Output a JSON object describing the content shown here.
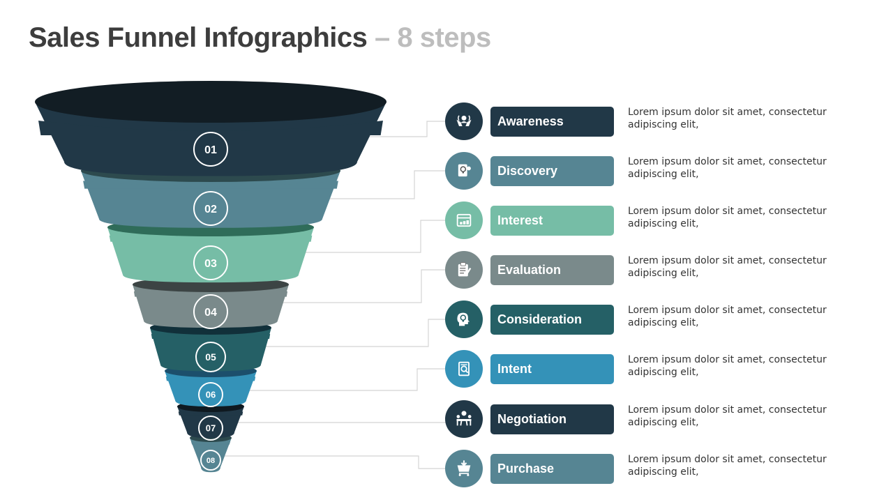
{
  "title": {
    "main": "Sales Funnel Infographics",
    "sub": " – 8 steps"
  },
  "colors": {
    "connector": "#d4d4d4"
  },
  "steps": [
    {
      "number": "01",
      "label": "Awareness",
      "icon": "hands-holding-person-icon",
      "color": "#213847",
      "rim": "#121d24",
      "desc_line1": "Lorem ipsum dolor sit amet, consectetur",
      "desc_line2": "adipiscing elit,"
    },
    {
      "number": "02",
      "label": "Discovery",
      "icon": "document-lightbulb-icon",
      "color": "#568593",
      "rim": "#2d4a4e",
      "desc_line1": "Lorem ipsum dolor sit amet, consectetur",
      "desc_line2": "adipiscing elit,"
    },
    {
      "number": "03",
      "label": "Interest",
      "icon": "calendar-coins-icon",
      "color": "#76bda6",
      "rim": "#2f6c59",
      "desc_line1": "Lorem ipsum dolor sit amet, consectetur",
      "desc_line2": "adipiscing elit,"
    },
    {
      "number": "04",
      "label": "Evaluation",
      "icon": "clipboard-checklist-icon",
      "color": "#7a8a8b",
      "rim": "#3c4444",
      "desc_line1": "Lorem ipsum dolor sit amet, consectetur",
      "desc_line2": "adipiscing elit,"
    },
    {
      "number": "05",
      "label": "Consideration",
      "icon": "head-lightbulb-icon",
      "color": "#256066",
      "rim": "#11303a",
      "desc_line1": "Lorem ipsum dolor sit amet, consectetur",
      "desc_line2": "adipiscing elit,"
    },
    {
      "number": "06",
      "label": "Intent",
      "icon": "document-search-icon",
      "color": "#3492b8",
      "rim": "#1c4f6c",
      "desc_line1": "Lorem ipsum dolor sit amet, consectetur",
      "desc_line2": "adipiscing elit,"
    },
    {
      "number": "07",
      "label": "Negotiation",
      "icon": "meeting-table-dollar-icon",
      "color": "#213847",
      "rim": "#0f1920",
      "desc_line1": "Lorem ipsum dolor sit amet, consectetur",
      "desc_line2": "adipiscing elit,"
    },
    {
      "number": "08",
      "label": "Purchase",
      "icon": "shopping-basket-icon",
      "color": "#568593",
      "rim": "#2d4a4e",
      "desc_line1": "Lorem ipsum dolor sit amet, consectetur",
      "desc_line2": "adipiscing elit,"
    }
  ]
}
